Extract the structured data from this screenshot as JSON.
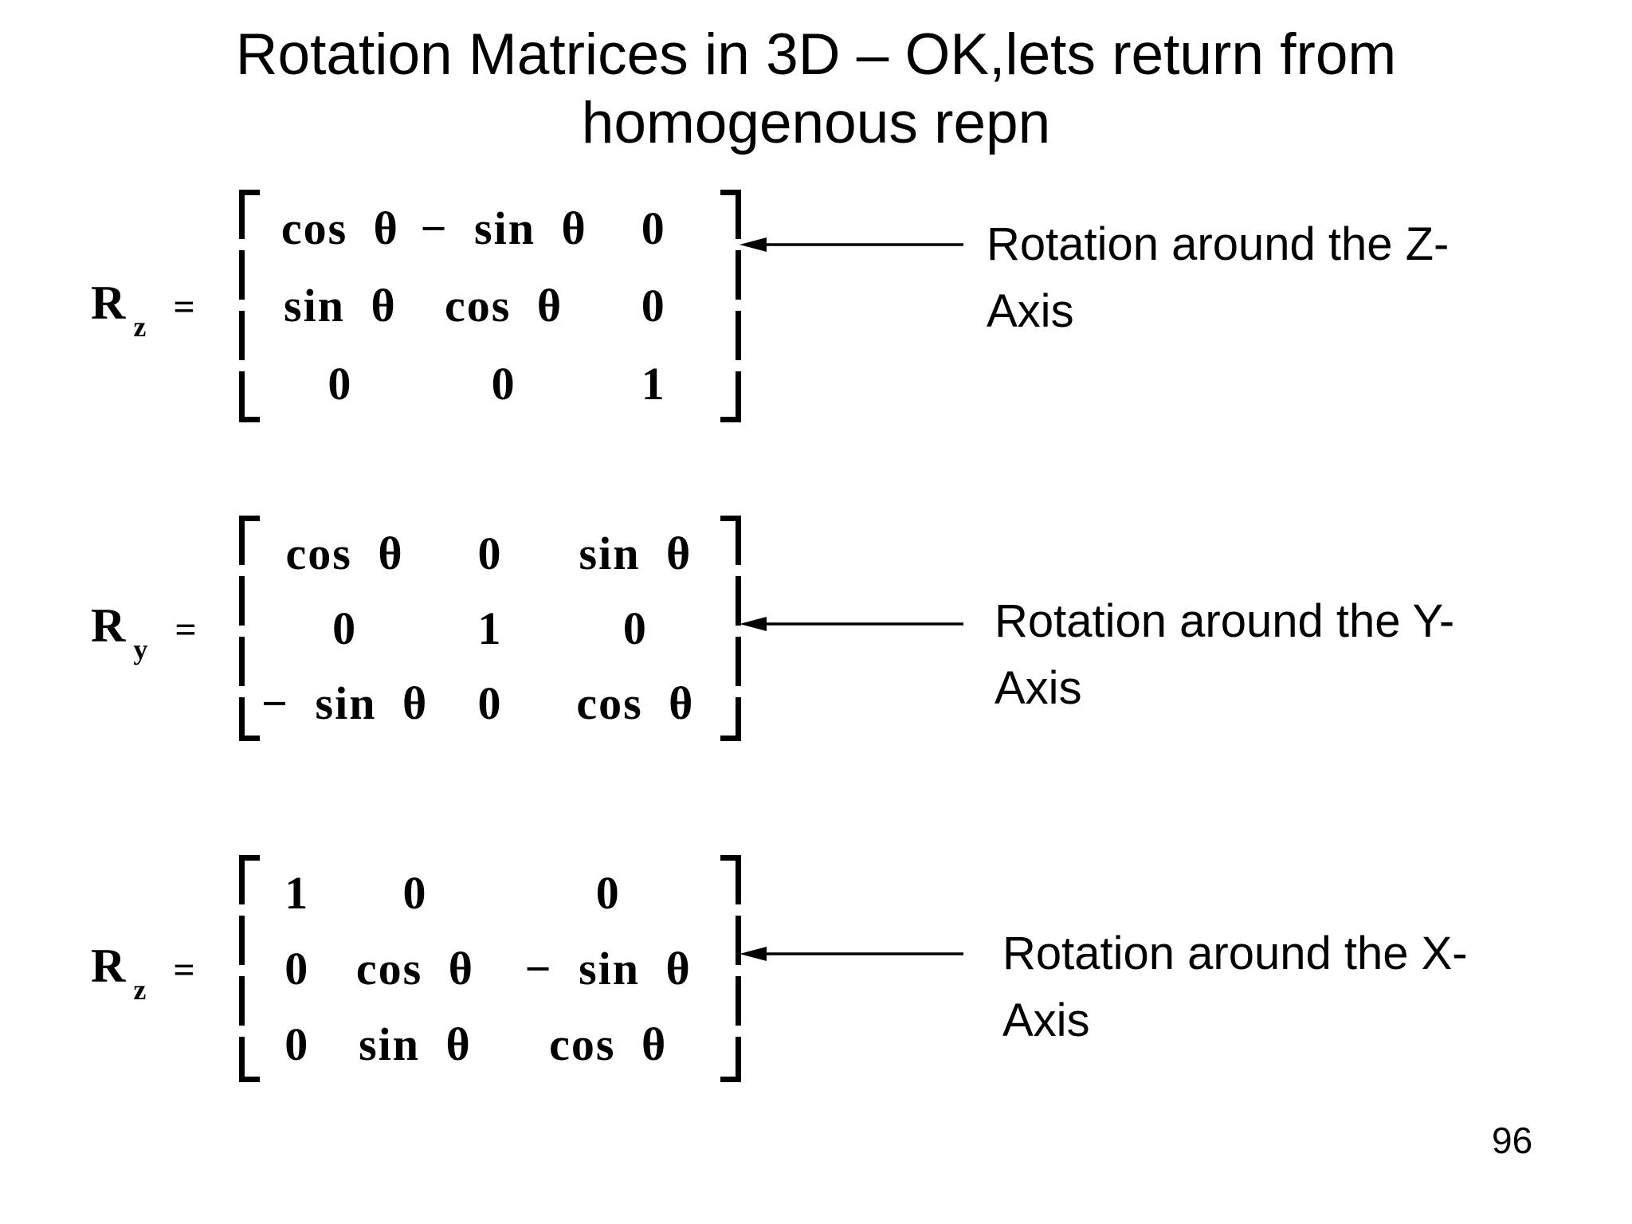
{
  "title": {
    "line1": "Rotation Matrices in 3D – OK,lets return from",
    "line2": "homogenous repn"
  },
  "matrices": [
    {
      "label_base": "R",
      "label_sub": "z",
      "equals_sign": "=",
      "rows": [
        [
          "cos θ",
          "− sin θ",
          "0"
        ],
        [
          "sin θ",
          "cos θ",
          "0"
        ],
        [
          "0",
          "0",
          "1"
        ]
      ],
      "annotation": {
        "line1": "Rotation around the Z-",
        "line2": "Axis"
      }
    },
    {
      "label_base": "R",
      "label_sub": "y",
      "equals_sign": "=",
      "rows": [
        [
          "cos θ",
          "0",
          "sin θ"
        ],
        [
          "0",
          "1",
          "0"
        ],
        [
          "− sin θ",
          "0",
          "cos θ"
        ]
      ],
      "annotation": {
        "line1": "Rotation around the Y-",
        "line2": "Axis"
      }
    },
    {
      "label_base": "R",
      "label_sub": "z",
      "equals_sign": "=",
      "rows": [
        [
          "1",
          "0",
          "0"
        ],
        [
          "0",
          "cos θ",
          "− sin θ"
        ],
        [
          "0",
          "sin θ",
          "cos θ"
        ]
      ],
      "annotation": {
        "line1": "Rotation around the X-",
        "line2": "Axis"
      }
    }
  ],
  "page_number": "96",
  "colors": {
    "text": "#000000",
    "background": "#ffffff"
  }
}
